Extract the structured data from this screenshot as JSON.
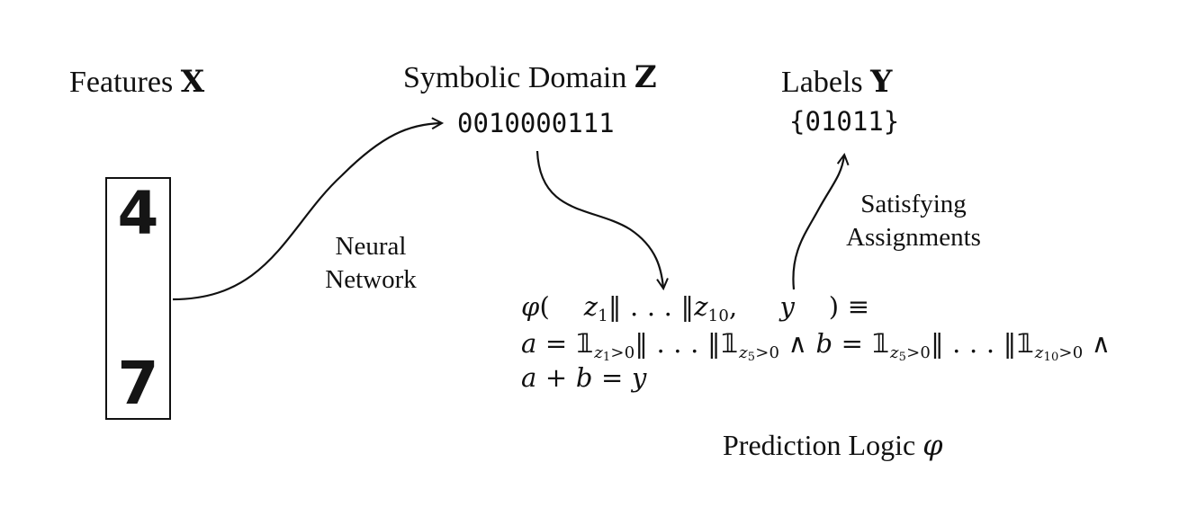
{
  "features": {
    "label": "Features",
    "symbol": "X"
  },
  "digit_images": [
    "4",
    "7"
  ],
  "symbolic": {
    "label": "Symbolic Domain",
    "symbol": "Z",
    "value": "0010000111"
  },
  "labels": {
    "label": "Labels",
    "symbol": "Y",
    "value": "{01011}"
  },
  "edges": {
    "neural_network": [
      "Neural",
      "Network"
    ],
    "satisfying": [
      "Satisfying",
      "Assignments"
    ]
  },
  "logic": {
    "line1": {
      "phi": "φ",
      "open": "(",
      "z1": "z",
      "z1_sub": "1",
      "dots": "‖ . . . ‖",
      "z10": "z",
      "z10_sub": "10",
      "comma": ",",
      "y": "y",
      "close": ")",
      "equiv": "≡"
    },
    "line2": {
      "a": "a",
      "eq": "=",
      "one": "𝟙",
      "idx_z1": "z",
      "idx_z1_sub": "1",
      "gt0": ">0",
      "dots": "‖ . . . ‖",
      "idx_z5": "z",
      "idx_z5_sub": "5",
      "and": "∧",
      "b": "b",
      "idx_z10": "z",
      "idx_z10_sub": "10"
    },
    "line3": {
      "text_a": "a",
      "plus": "+",
      "text_b": "b",
      "eq": "=",
      "text_y": "y"
    },
    "caption": "Prediction Logic",
    "caption_symbol": "φ"
  }
}
